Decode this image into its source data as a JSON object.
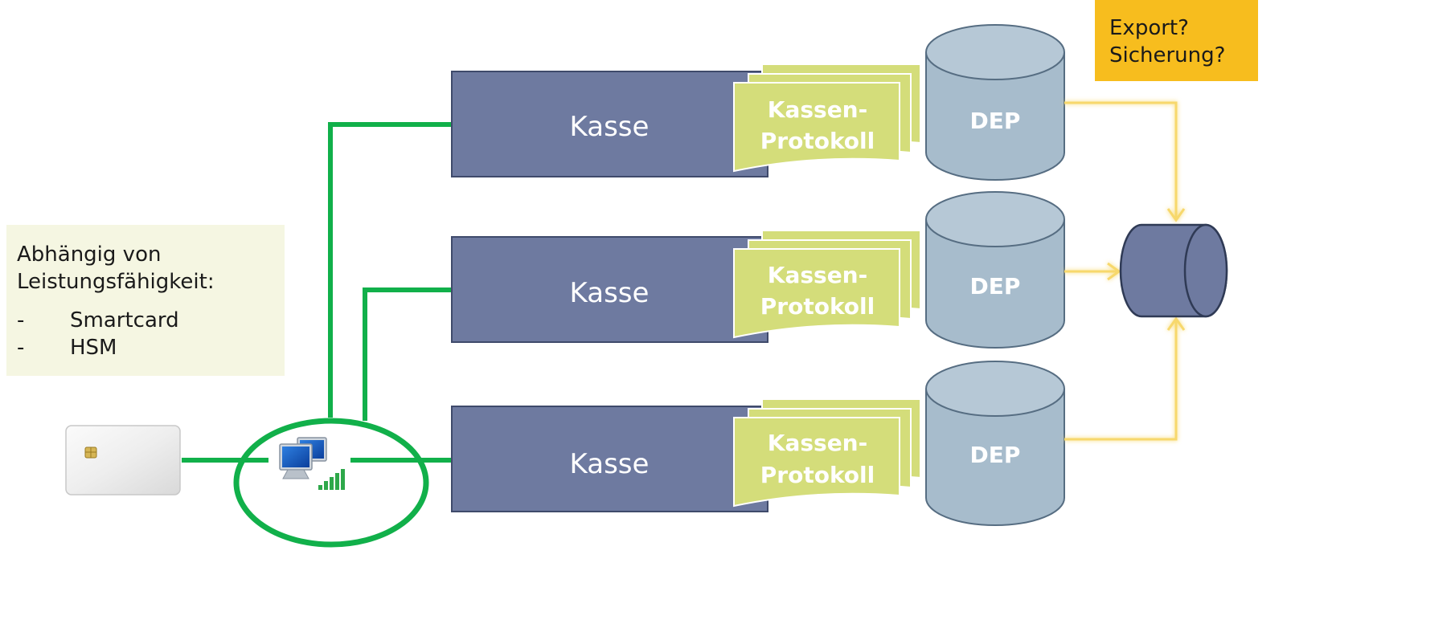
{
  "info_box": {
    "line1": "Abhängig von",
    "line2": "Leistungsfähigkeit:",
    "items": [
      "Smartcard",
      "HSM"
    ],
    "bullet": "-"
  },
  "note_box": {
    "line1": "Export?",
    "line2": "Sicherung?"
  },
  "registers": [
    {
      "label": "Kasse",
      "protocol_line1": "Kassen-",
      "protocol_line2": "Protokoll",
      "storage_label": "DEP"
    },
    {
      "label": "Kasse",
      "protocol_line1": "Kassen-",
      "protocol_line2": "Protokoll",
      "storage_label": "DEP"
    },
    {
      "label": "Kasse",
      "protocol_line1": "Kassen-",
      "protocol_line2": "Protokoll",
      "storage_label": "DEP"
    }
  ],
  "icons": {
    "smartcard": "smartcard-icon",
    "network": "network-computer-icon",
    "export_storage": "storage-drum-icon"
  },
  "colors": {
    "register_fill": "#6e7aa0",
    "protocol_fill": "#d4dd7a",
    "dep_fill": "#a7bccc",
    "connector_green": "#11b04a",
    "arrow_glow": "#f7d86c",
    "note_fill": "#f7bd1e",
    "info_fill": "#f5f6e2"
  }
}
